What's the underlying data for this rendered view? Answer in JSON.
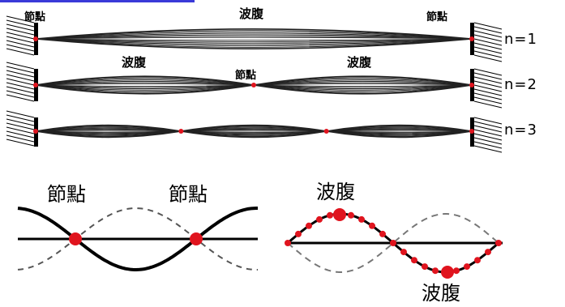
{
  "standing_waves": {
    "rows": [
      {
        "label": "n=1",
        "loops": 1,
        "node_label": "節點",
        "antinode_label": "波腹"
      },
      {
        "label": "n=2",
        "loops": 2,
        "node_label": "節點",
        "antinode_label": "波腹"
      },
      {
        "label": "n=3",
        "loops": 3
      }
    ]
  },
  "bottom_left": {
    "node_label": "節點"
  },
  "bottom_right": {
    "antinode_label": "波腹"
  },
  "colors": {
    "node": "#e0141e",
    "line": "#000000",
    "dashed": "#555555",
    "accent_bar": "#3a3ad8"
  }
}
